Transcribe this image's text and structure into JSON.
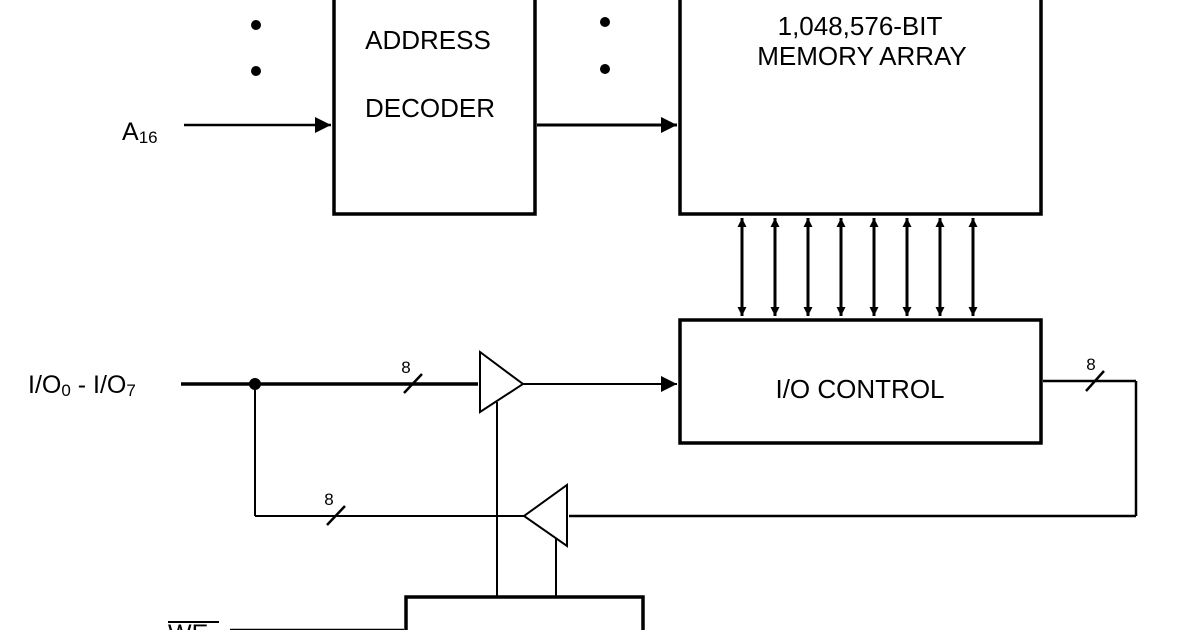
{
  "blocks": {
    "address_decoder": {
      "line1": "ADDRESS",
      "line2": "DECODER"
    },
    "memory_array": {
      "line1": "1,048,576-BIT",
      "line2": "MEMORY ARRAY"
    },
    "io_control": {
      "label": "I/O CONTROL"
    }
  },
  "signals": {
    "a16": {
      "base": "A",
      "sub": "16"
    },
    "io_bus": {
      "p1": "I/O",
      "s1": "0",
      "p2": " - I/O",
      "s2": "7"
    },
    "we": "WE"
  },
  "bus_widths": {
    "io_in": "8",
    "io_feedback": "8",
    "io_out": "8"
  }
}
